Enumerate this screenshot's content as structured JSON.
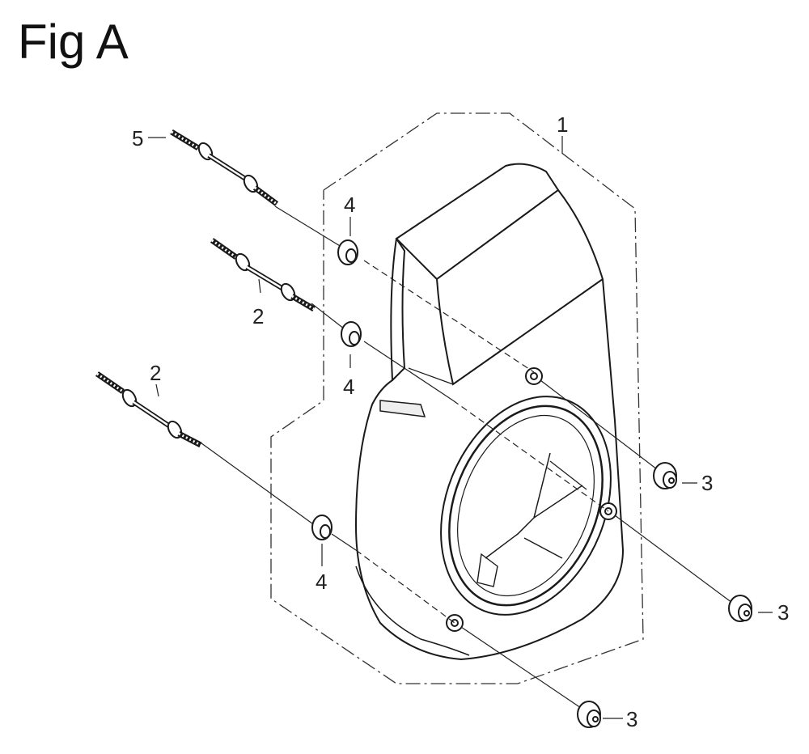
{
  "title": "Fig A",
  "callouts": {
    "part_1": "1",
    "part_2a": "2",
    "part_2b": "2",
    "part_3a": "3",
    "part_3b": "3",
    "part_3c": "3",
    "part_4a": "4",
    "part_4b": "4",
    "part_4c": "4",
    "part_5": "5"
  },
  "colors": {
    "line": "#1a1a1a",
    "background": "#ffffff"
  }
}
